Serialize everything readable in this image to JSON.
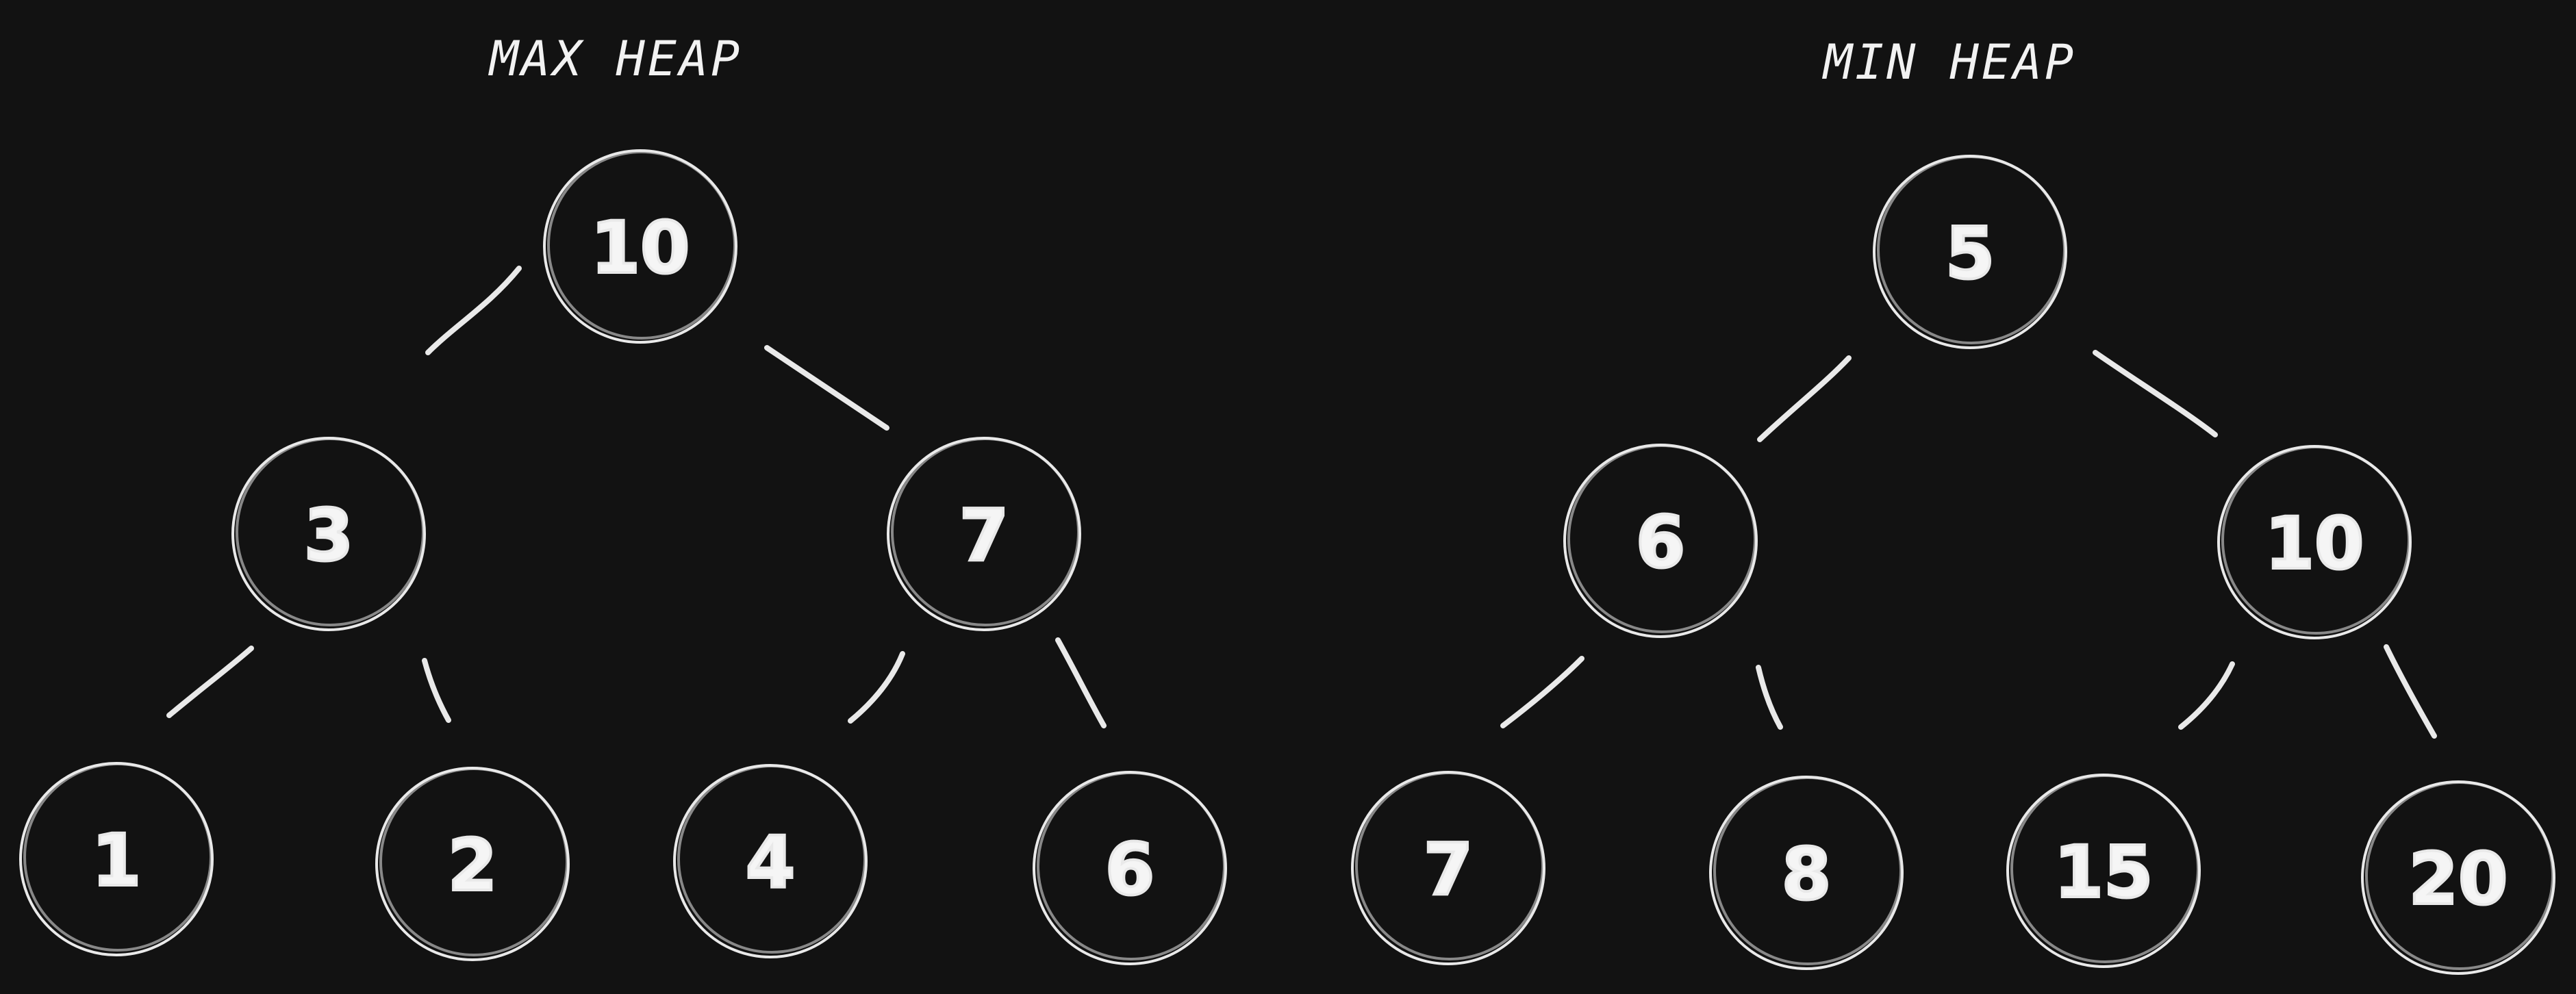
{
  "colors": {
    "background": "#121212",
    "stroke": "#e9e9e9",
    "text": "#f5f5f5"
  },
  "max_heap": {
    "title": "MAX HEAP",
    "nodes": [
      "10",
      "3",
      "7",
      "1",
      "2",
      "4",
      "6"
    ]
  },
  "min_heap": {
    "title": "MIN HEAP",
    "nodes": [
      "5",
      "6",
      "10",
      "7",
      "8",
      "15",
      "20"
    ]
  }
}
